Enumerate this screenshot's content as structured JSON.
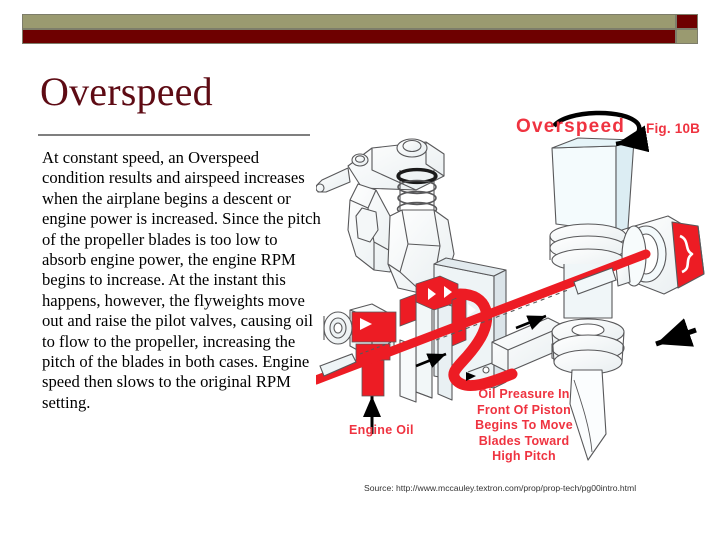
{
  "header": {
    "band_olive": "#9a9a70",
    "band_maroon": "#6e0000",
    "band_border": "#7d7d6a"
  },
  "slide": {
    "title": "Overspeed",
    "title_color": "#5e0b14",
    "body": "At constant speed, an Overspeed condition results and airspeed increases when the airplane begins a descent or engine power is increased. Since the pitch of the propeller blades is too low to absorb engine power, the engine RPM begins to increase. At the instant this happens, however, the flyweights move out and raise the pilot valves, causing oil to flow to the propeller, increasing the pitch of the blades in both cases. Engine speed then slows to the original RPM setting.",
    "source": "Source: http://www.mccauley.textron.com/prop/prop-tech/pg00intro.html"
  },
  "figure": {
    "heading": "Overspeed",
    "number": "Fig. 10B",
    "label_color": "#ef3340",
    "oil_red": "#ed1c24",
    "line_color": "#58585a",
    "labels": {
      "engine_oil": "Engine Oil",
      "oil_pressure_line1": "Oil Preasure In",
      "oil_pressure_line2": "Front Of Piston",
      "oil_pressure_line3": "Begins To Move",
      "oil_pressure_line4": "Blades Toward",
      "oil_pressure_line5": "High Pitch"
    }
  }
}
